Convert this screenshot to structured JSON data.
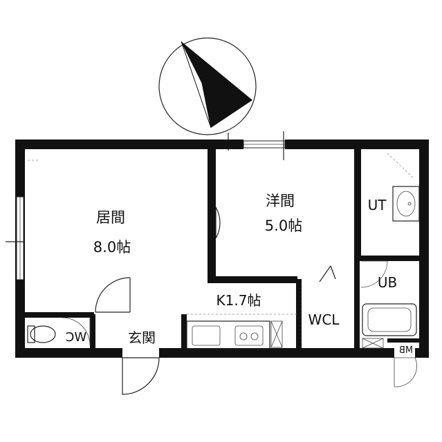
{
  "rooms": {
    "living": {
      "name": "居間",
      "size": "8.0帖"
    },
    "western": {
      "name": "洋間",
      "size": "5.0帖"
    },
    "kitchen": {
      "label": "K1.7帖"
    },
    "wcl": {
      "label": "WCL"
    },
    "ut": {
      "label": "UT"
    },
    "ub": {
      "label": "UB"
    },
    "wc": {
      "label": "WC"
    },
    "entrance": {
      "label": "玄関"
    },
    "mb": {
      "label": "MB"
    }
  },
  "compass": {
    "icon": "north-arrow-icon"
  },
  "colors": {
    "wall": "#111111",
    "line": "#222222",
    "background": "#ffffff"
  }
}
